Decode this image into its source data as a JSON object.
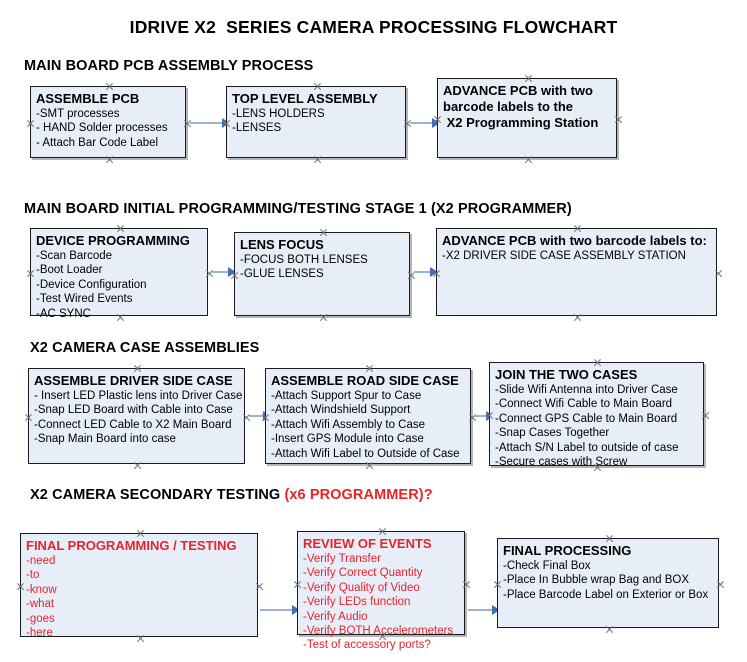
{
  "document": {
    "title": "IDRIVE X2  SERIES CAMERA PROCESSING FLOWCHART",
    "accent_red": "#e8232a",
    "node_fill": "#e8eef8",
    "connector_color": "#9ab3d0"
  },
  "sections": [
    {
      "heading": "MAIN BOARD PCB ASSEMBLY PROCESS",
      "heading_accent": ""
    },
    {
      "heading": "MAIN BOARD INITIAL PROGRAMMING/TESTING STAGE 1 (X2 PROGRAMMER)",
      "heading_accent": ""
    },
    {
      "heading": "X2 CAMERA CASE ASSEMBLIES",
      "heading_accent": ""
    },
    {
      "heading": "X2 CAMERA SECONDARY TESTING ",
      "heading_accent": "(x6 PROGRAMMER)?"
    }
  ],
  "nodes": {
    "assemble_pcb": {
      "title": "ASSEMBLE PCB",
      "lines": [
        "-SMT processes",
        "- HAND Solder processes",
        "- Attach Bar Code Label"
      ]
    },
    "top_level_assembly": {
      "title": "TOP LEVEL ASSEMBLY",
      "lines": [
        "-LENS HOLDERS",
        "-LENSES"
      ]
    },
    "advance_pcb_station": {
      "title": "ADVANCE PCB with two\nbarcode labels to the\n X2 Programming Station",
      "lines": []
    },
    "device_programming": {
      "title": "DEVICE PROGRAMMING",
      "lines": [
        "-Scan Barcode",
        "-Boot Loader",
        "-Device Configuration",
        "-Test Wired Events",
        "-AC SYNC"
      ]
    },
    "lens_focus": {
      "title": "LENS FOCUS",
      "lines": [
        "-FOCUS BOTH LENSES",
        "-GLUE LENSES"
      ]
    },
    "advance_pcb_driver": {
      "title": "ADVANCE PCB with two barcode labels to:",
      "lines": [
        "-X2 DRIVER  SIDE  CASE  ASSEMBLY STATION"
      ]
    },
    "assemble_driver_side": {
      "title": "ASSEMBLE DRIVER SIDE CASE",
      "lines": [
        "- Insert LED Plastic lens into Driver Case",
        "-Snap LED Board with Cable into Case",
        "-Connect LED Cable to X2 Main Board",
        "-Snap Main Board into case"
      ]
    },
    "assemble_road_side": {
      "title": "ASSEMBLE ROAD SIDE CASE",
      "lines": [
        "-Attach Support Spur to Case",
        "-Attach Windshield Support",
        "-Attach Wifi Assembly to Case",
        "-Insert GPS Module into Case",
        "-Attach Wifi Label to Outside of Case"
      ]
    },
    "join_two_cases": {
      "title": "JOIN THE TWO CASES",
      "lines": [
        "-Slide Wifi Antenna into Driver Case",
        "-Connect Wifi Cable to Main Board",
        "-Connect GPS Cable to Main Board",
        "-Snap Cases Together",
        "-Attach S/N Label to outside of case",
        "-Secure cases with Screw"
      ]
    },
    "final_programming": {
      "title": "FINAL PROGRAMMING / TESTING",
      "lines": [
        "-need",
        "-to",
        "-know",
        "-what",
        "-goes",
        "-here"
      ]
    },
    "review_of_events": {
      "title": "REVIEW OF EVENTS",
      "lines": [
        "-Verify Transfer",
        "-Verify Correct Quantity",
        "-Verify Quality of Video",
        "-Verify LEDs function",
        "-Verify Audio",
        "-Verify BOTH Accelerometers",
        "-Test of accessory ports?"
      ]
    },
    "final_processing": {
      "title": "FINAL PROCESSING",
      "lines": [
        " -Check Final Box",
        "-Place In Bubble wrap Bag and BOX",
        "-Place Barcode Label on Exterior or Box"
      ]
    }
  }
}
